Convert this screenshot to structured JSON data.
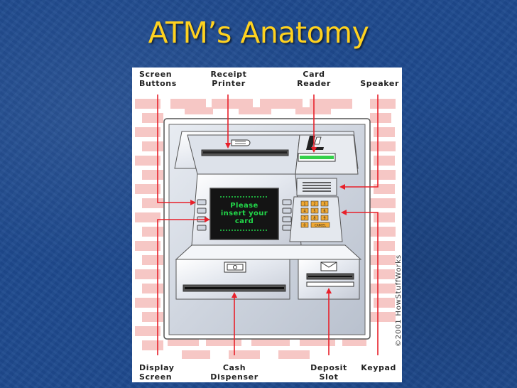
{
  "title": "ATM’s Anatomy",
  "labels": {
    "screen_buttons": [
      "Screen",
      "Buttons"
    ],
    "receipt_printer": [
      "Receipt",
      "Printer"
    ],
    "card_reader": [
      "Card",
      "Reader"
    ],
    "speaker": [
      "Speaker"
    ],
    "display_screen": [
      "Display",
      "Screen"
    ],
    "cash_dispenser": [
      "Cash",
      "Dispenser"
    ],
    "deposit_slot": [
      "Deposit",
      "Slot"
    ],
    "keypad": [
      "Keypad"
    ]
  },
  "screen_message": [
    "Please",
    "insert your",
    "card"
  ],
  "keypad_keys": [
    "1",
    "2",
    "3",
    "4",
    "5",
    "6",
    "7",
    "8",
    "9",
    "0",
    "CANCEL"
  ],
  "copyright": "©2001 HowStuffWorks",
  "colors": {
    "title": "#ffd21f",
    "background": "#1f4a8e",
    "arrow": "#e8202a",
    "brick": "#f6c7c5",
    "screen_text": "#22d84a",
    "card_slot": "#33d04a",
    "key": "#f0a832"
  }
}
